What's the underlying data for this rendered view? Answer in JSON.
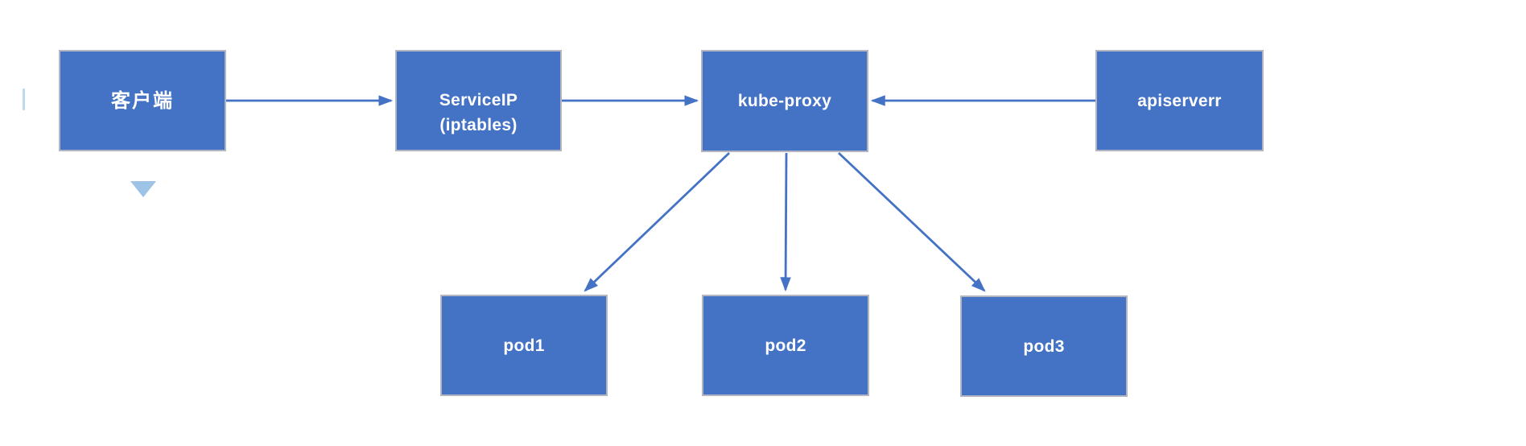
{
  "colors": {
    "node_fill": "#4472c4",
    "node_border": "#b3b6c0",
    "node_text": "#ffffff",
    "connector": "#4472c4",
    "collapse_triangle": "#9dc3e6",
    "left_tick": "#bdd9ec"
  },
  "nodes": {
    "client": {
      "label": "客户端"
    },
    "service_ip": {
      "line1": "ServiceIP",
      "line2": "(iptables)"
    },
    "kube_proxy": {
      "label": "kube-proxy"
    },
    "apiserver": {
      "label": "apiserverr"
    },
    "pod1": {
      "label": "pod1"
    },
    "pod2": {
      "label": "pod2"
    },
    "pod3": {
      "label": "pod3"
    }
  },
  "connections": [
    {
      "from": "客户端",
      "to": "ServiceIP (iptables)",
      "direction": "right"
    },
    {
      "from": "ServiceIP (iptables)",
      "to": "kube-proxy",
      "direction": "right"
    },
    {
      "from": "apiserverr",
      "to": "kube-proxy",
      "direction": "left"
    },
    {
      "from": "kube-proxy",
      "to": "pod1",
      "direction": "down-left"
    },
    {
      "from": "kube-proxy",
      "to": "pod2",
      "direction": "down"
    },
    {
      "from": "kube-proxy",
      "to": "pod3",
      "direction": "down-right"
    }
  ]
}
